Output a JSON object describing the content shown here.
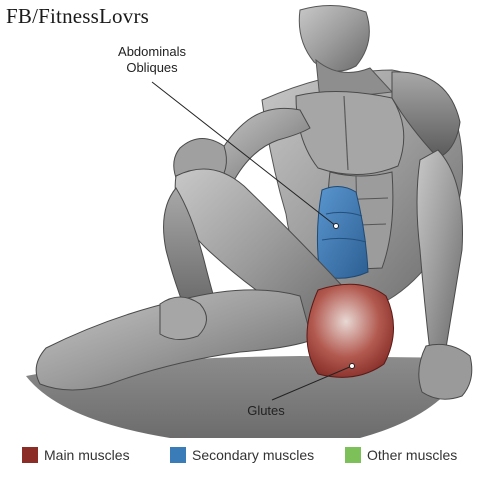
{
  "watermark": "FB/FitnessLovrs",
  "callouts": {
    "abdominals": "Abdominals",
    "obliques": "Obliques",
    "glutes": "Glutes"
  },
  "legend": [
    {
      "label": "Main muscles",
      "color": "#8b2c26"
    },
    {
      "label": "Secondary muscles",
      "color": "#3a7cb8"
    },
    {
      "label": "Other muscles",
      "color": "#7dc05a"
    }
  ],
  "colors": {
    "muscle_gray": "#9a9a9a",
    "muscle_dark": "#6e6e6e",
    "floor": "#7a7a7a",
    "highlight_secondary": "#3a7cb8",
    "highlight_main": "#8b2c26"
  }
}
